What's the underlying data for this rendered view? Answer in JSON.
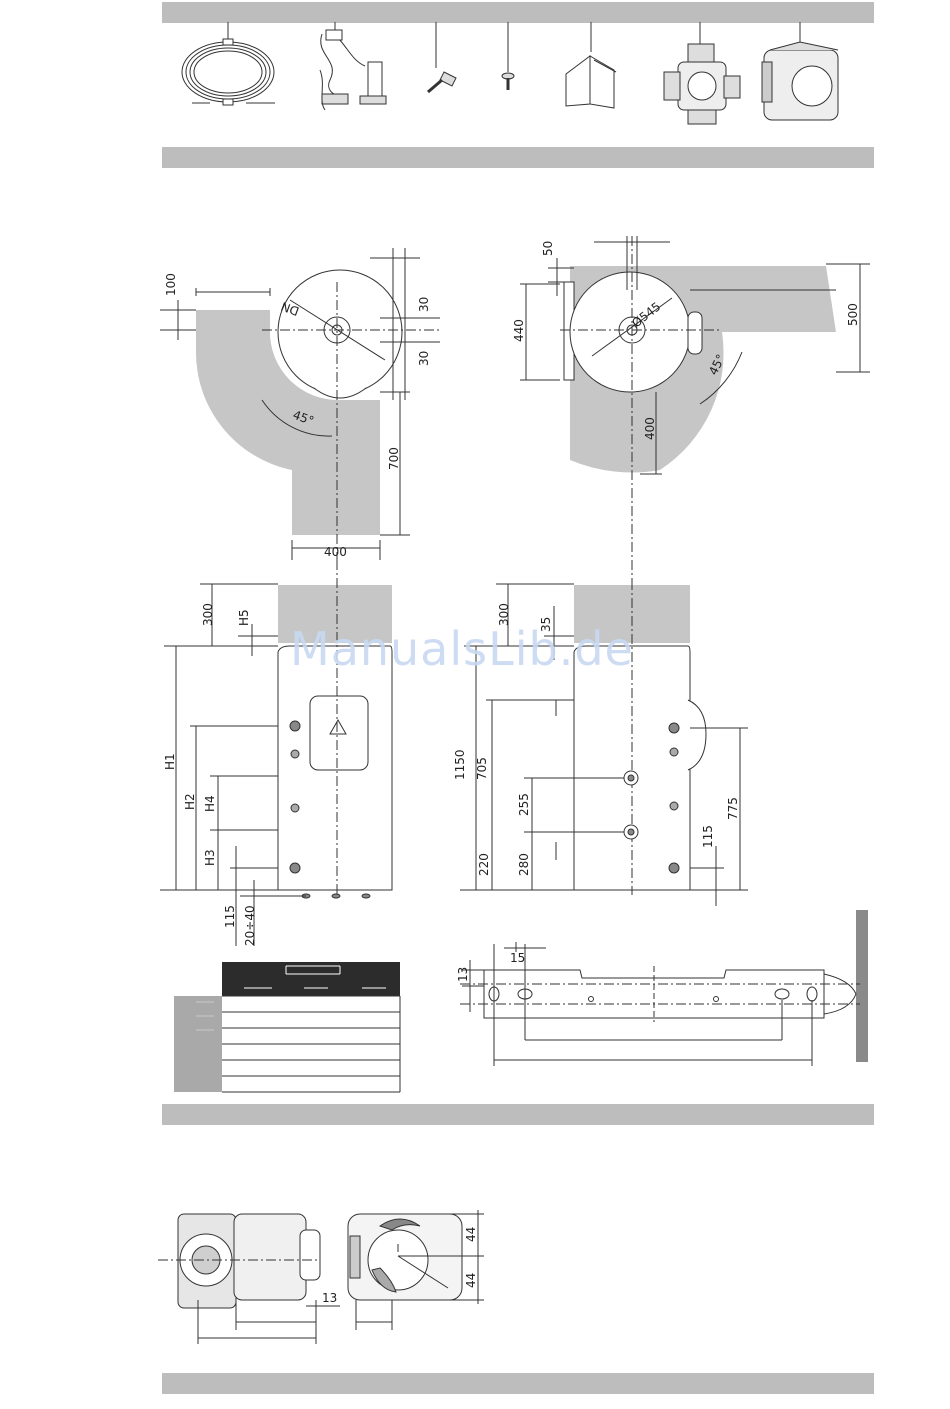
{
  "watermark": "ManualsLib.de",
  "plan_left": {
    "dim_top": "100",
    "dim_offset_upper": "30",
    "dim_offset_lower": "30",
    "angle": "45°",
    "dim_depth": "700",
    "dim_width": "400",
    "label_dn": "DN"
  },
  "plan_right": {
    "dim_top": "50",
    "dim_diameter": "Ø545",
    "dim_side": "440",
    "dim_wall": "500",
    "angle": "45°",
    "dim_depth": "400"
  },
  "elev_left": {
    "dim_top": "300",
    "h5": "H5",
    "h1": "H1",
    "h2": "H2",
    "h4": "H4",
    "h3": "H3",
    "dim_115": "115",
    "dim_feet": "20÷40"
  },
  "elev_right": {
    "dim_top": "300",
    "dim_35": "35",
    "dim_1150": "1150",
    "dim_705": "705",
    "dim_255": "255",
    "dim_220": "220",
    "dim_280": "280",
    "dim_775": "775",
    "dim_115": "115"
  },
  "bracket": {
    "dim_13": "13",
    "dim_small": "15"
  },
  "valve": {
    "dim_13": "13",
    "dim_44_top": "44",
    "dim_44_bottom": "44"
  }
}
